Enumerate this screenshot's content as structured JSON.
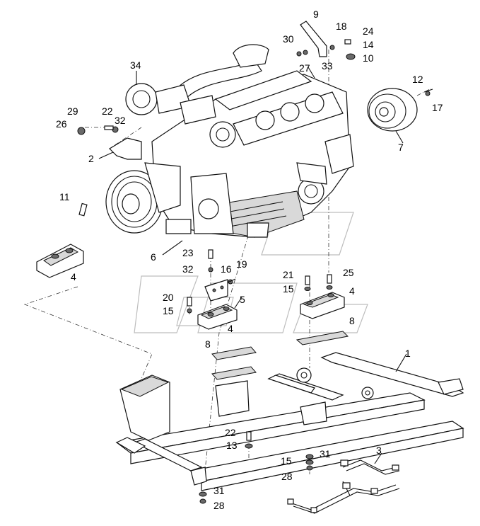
{
  "callouts": [
    {
      "id": "c9",
      "text": "9"
    },
    {
      "id": "c18",
      "text": "18"
    },
    {
      "id": "c24",
      "text": "24"
    },
    {
      "id": "c30",
      "text": "30"
    },
    {
      "id": "c14",
      "text": "14"
    },
    {
      "id": "c10",
      "text": "10"
    },
    {
      "id": "c33",
      "text": "33"
    },
    {
      "id": "c27",
      "text": "27"
    },
    {
      "id": "c34",
      "text": "34"
    },
    {
      "id": "c12",
      "text": "12"
    },
    {
      "id": "c17",
      "text": "17"
    },
    {
      "id": "c29",
      "text": "29"
    },
    {
      "id": "c22a",
      "text": "22"
    },
    {
      "id": "c26",
      "text": "26"
    },
    {
      "id": "c32a",
      "text": "32"
    },
    {
      "id": "c7",
      "text": "7"
    },
    {
      "id": "c2",
      "text": "2"
    },
    {
      "id": "c11",
      "text": "11"
    },
    {
      "id": "c6",
      "text": "6"
    },
    {
      "id": "c23",
      "text": "23"
    },
    {
      "id": "c32b",
      "text": "32"
    },
    {
      "id": "c16",
      "text": "16"
    },
    {
      "id": "c19",
      "text": "19"
    },
    {
      "id": "c4a",
      "text": "4"
    },
    {
      "id": "c21",
      "text": "21"
    },
    {
      "id": "c25",
      "text": "25"
    },
    {
      "id": "c15a",
      "text": "15"
    },
    {
      "id": "c4b",
      "text": "4"
    },
    {
      "id": "c20",
      "text": "20"
    },
    {
      "id": "c5",
      "text": "5"
    },
    {
      "id": "c15b",
      "text": "15"
    },
    {
      "id": "c4c",
      "text": "4"
    },
    {
      "id": "c8a",
      "text": "8"
    },
    {
      "id": "c8b",
      "text": "8"
    },
    {
      "id": "c1",
      "text": "1"
    },
    {
      "id": "c3",
      "text": "3"
    },
    {
      "id": "c22b",
      "text": "22"
    },
    {
      "id": "c13",
      "text": "13"
    },
    {
      "id": "c31a",
      "text": "31"
    },
    {
      "id": "c15c",
      "text": "15"
    },
    {
      "id": "c28a",
      "text": "28"
    },
    {
      "id": "c31b",
      "text": "31"
    },
    {
      "id": "c28b",
      "text": "28"
    }
  ]
}
